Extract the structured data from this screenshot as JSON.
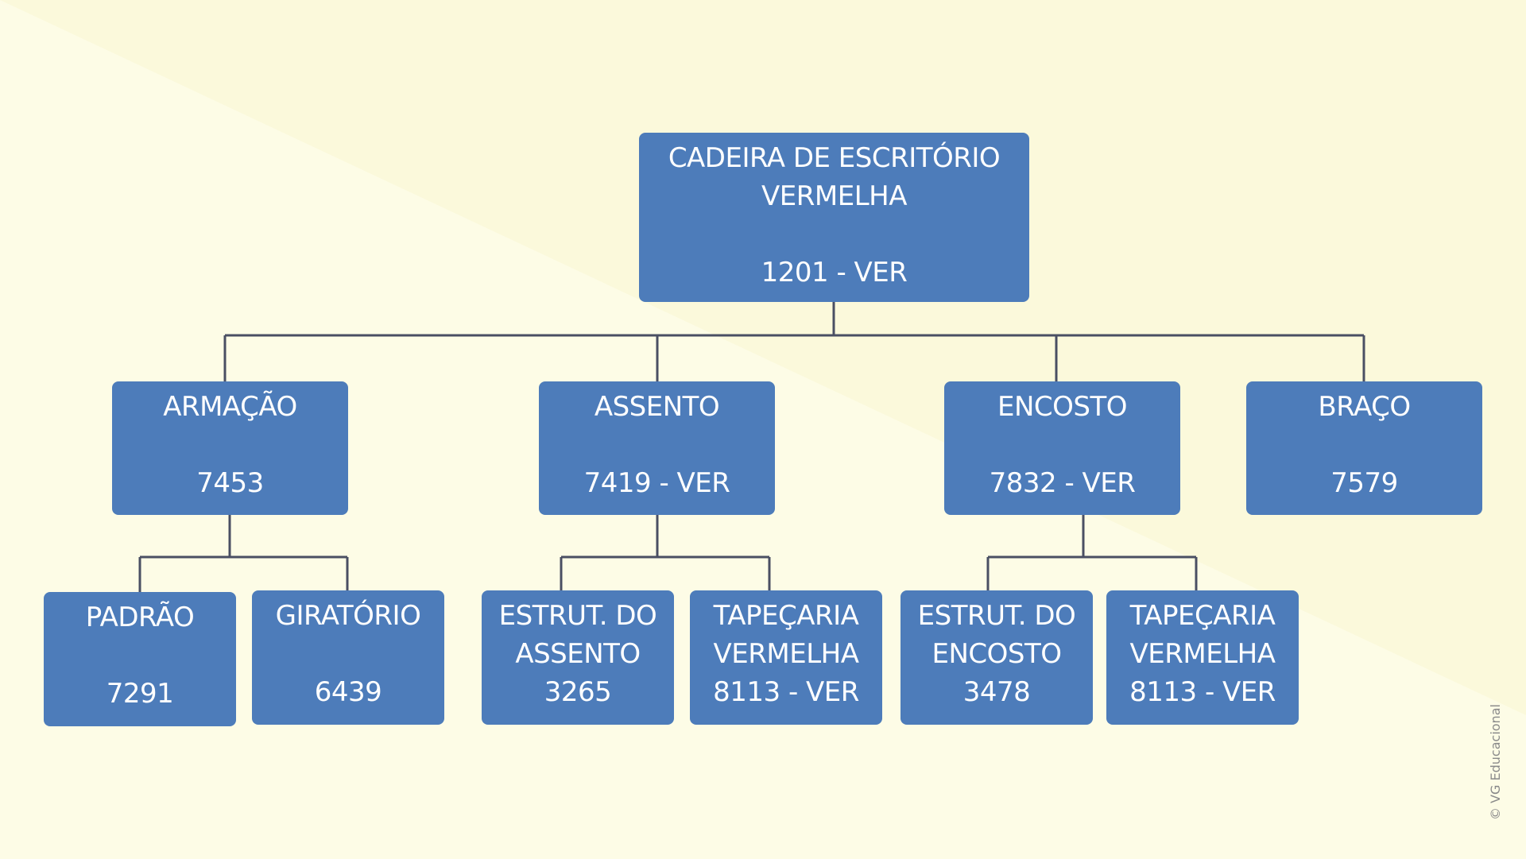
{
  "diagram": {
    "root": {
      "lines": [
        "CADEIRA DE ESCRITÓRIO",
        "VERMELHA",
        "",
        "1201 - VER"
      ]
    },
    "level1": [
      {
        "lines": [
          "ARMAÇÃO",
          "",
          "7453"
        ]
      },
      {
        "lines": [
          "ASSENTO",
          "",
          "7419 - VER"
        ]
      },
      {
        "lines": [
          "ENCOSTO",
          "",
          "7832 - VER"
        ]
      },
      {
        "lines": [
          "BRAÇO",
          "",
          "7579"
        ]
      }
    ],
    "level2": [
      {
        "lines": [
          "PADRÃO",
          "",
          "7291"
        ]
      },
      {
        "lines": [
          "GIRATÓRIO",
          "",
          "6439"
        ]
      },
      {
        "lines": [
          "ESTRUT. DO",
          "ASSENTO",
          "3265"
        ]
      },
      {
        "lines": [
          "TAPEÇARIA",
          "VERMELHA",
          "8113 - VER"
        ]
      },
      {
        "lines": [
          "ESTRUT. DO",
          "ENCOSTO",
          "3478"
        ]
      },
      {
        "lines": [
          "TAPEÇARIA",
          "VERMELHA",
          "8113 - VER"
        ]
      }
    ]
  },
  "credit": "© VG Educacional",
  "colors": {
    "background": "#fdfce6",
    "node_fill": "#4d7cba",
    "node_text": "#ffffff",
    "connector": "#4a4f63"
  }
}
